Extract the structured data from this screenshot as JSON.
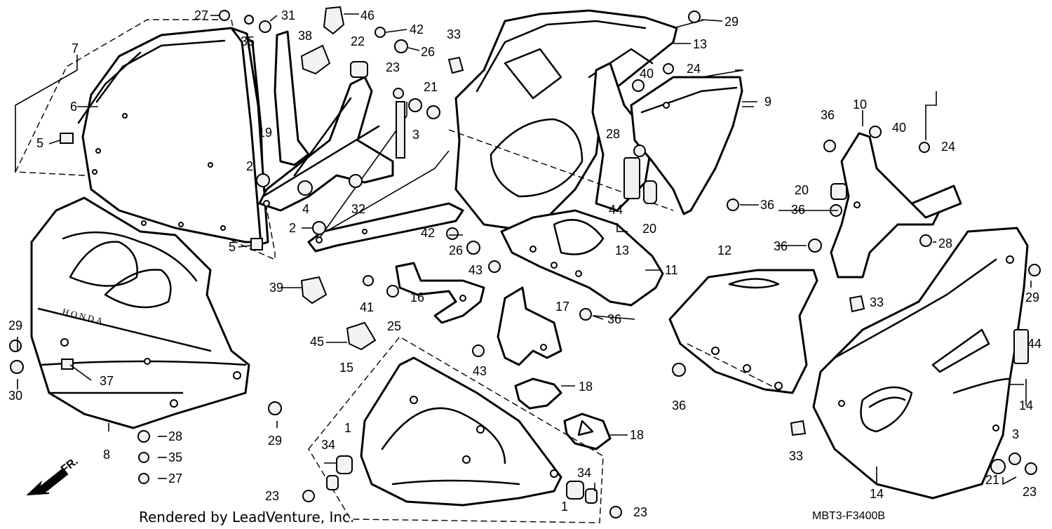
{
  "diagram": {
    "brand_text": "HONDA",
    "direction_label": "FR.",
    "footer_text": "Rendered by LeadVenture, Inc.",
    "diagram_code": "MBT3-F3400B",
    "callouts": [
      {
        "id": "c27a",
        "label": "27"
      },
      {
        "id": "c35a",
        "label": "35"
      },
      {
        "id": "c31",
        "label": "31"
      },
      {
        "id": "c46",
        "label": "46"
      },
      {
        "id": "c38",
        "label": "38"
      },
      {
        "id": "c22",
        "label": "22"
      },
      {
        "id": "c42a",
        "label": "42"
      },
      {
        "id": "c26a",
        "label": "26"
      },
      {
        "id": "c33a",
        "label": "33"
      },
      {
        "id": "c29a",
        "label": "29"
      },
      {
        "id": "c13a",
        "label": "13"
      },
      {
        "id": "c7",
        "label": "7"
      },
      {
        "id": "c6",
        "label": "6"
      },
      {
        "id": "c5a",
        "label": "5"
      },
      {
        "id": "c19",
        "label": "19"
      },
      {
        "id": "c23a",
        "label": "23"
      },
      {
        "id": "c21a",
        "label": "21"
      },
      {
        "id": "c3a",
        "label": "3"
      },
      {
        "id": "c40a",
        "label": "40"
      },
      {
        "id": "c24a",
        "label": "24"
      },
      {
        "id": "c9",
        "label": "9"
      },
      {
        "id": "c10",
        "label": "10"
      },
      {
        "id": "c36a",
        "label": "36"
      },
      {
        "id": "c40b",
        "label": "40"
      },
      {
        "id": "c24b",
        "label": "24"
      },
      {
        "id": "c2a",
        "label": "2"
      },
      {
        "id": "c4",
        "label": "4"
      },
      {
        "id": "c32",
        "label": "32"
      },
      {
        "id": "c28a",
        "label": "28"
      },
      {
        "id": "c44a",
        "label": "44"
      },
      {
        "id": "c20a",
        "label": "20"
      },
      {
        "id": "c36b",
        "label": "36"
      },
      {
        "id": "c20b",
        "label": "20"
      },
      {
        "id": "c36c",
        "label": "36"
      },
      {
        "id": "c28b",
        "label": "28"
      },
      {
        "id": "c2b",
        "label": "2"
      },
      {
        "id": "c5b",
        "label": "5"
      },
      {
        "id": "c42b",
        "label": "42"
      },
      {
        "id": "c13b",
        "label": "13"
      },
      {
        "id": "c26b",
        "label": "26"
      },
      {
        "id": "c36d",
        "label": "36"
      },
      {
        "id": "c12",
        "label": "12"
      },
      {
        "id": "c43a",
        "label": "43"
      },
      {
        "id": "c11",
        "label": "11"
      },
      {
        "id": "c39",
        "label": "39"
      },
      {
        "id": "c41",
        "label": "41"
      },
      {
        "id": "c16",
        "label": "16"
      },
      {
        "id": "c17",
        "label": "17"
      },
      {
        "id": "c25",
        "label": "25"
      },
      {
        "id": "c36e",
        "label": "36"
      },
      {
        "id": "c29b",
        "label": "29"
      },
      {
        "id": "c33b",
        "label": "33"
      },
      {
        "id": "c29c",
        "label": "29"
      },
      {
        "id": "c45",
        "label": "45"
      },
      {
        "id": "c44b",
        "label": "44"
      },
      {
        "id": "c15",
        "label": "15"
      },
      {
        "id": "c43b",
        "label": "43"
      },
      {
        "id": "c30",
        "label": "30"
      },
      {
        "id": "c37",
        "label": "37"
      },
      {
        "id": "c18a",
        "label": "18"
      },
      {
        "id": "c36f",
        "label": "36"
      },
      {
        "id": "c14a",
        "label": "14"
      },
      {
        "id": "c8",
        "label": "8"
      },
      {
        "id": "c28c",
        "label": "28"
      },
      {
        "id": "c29d",
        "label": "29"
      },
      {
        "id": "c18b",
        "label": "18"
      },
      {
        "id": "c1a",
        "label": "1"
      },
      {
        "id": "c34a",
        "label": "34"
      },
      {
        "id": "c35b",
        "label": "35"
      },
      {
        "id": "c27b",
        "label": "27"
      },
      {
        "id": "c3b",
        "label": "3"
      },
      {
        "id": "c33c",
        "label": "33"
      },
      {
        "id": "c34b",
        "label": "34"
      },
      {
        "id": "c21b",
        "label": "21"
      },
      {
        "id": "c14b",
        "label": "14"
      },
      {
        "id": "c23b",
        "label": "23"
      },
      {
        "id": "c23c",
        "label": "23"
      },
      {
        "id": "c1b",
        "label": "1"
      },
      {
        "id": "c23d",
        "label": "23"
      }
    ]
  }
}
